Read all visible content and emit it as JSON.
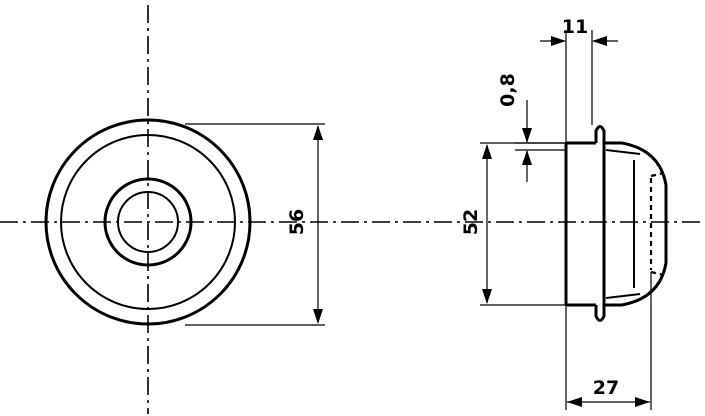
{
  "drawing": {
    "dimensions": {
      "outer_diameter": "56",
      "flange_diameter": "52",
      "flange_thickness": "0,8",
      "overall_length": "27",
      "cup_length": "11"
    }
  }
}
